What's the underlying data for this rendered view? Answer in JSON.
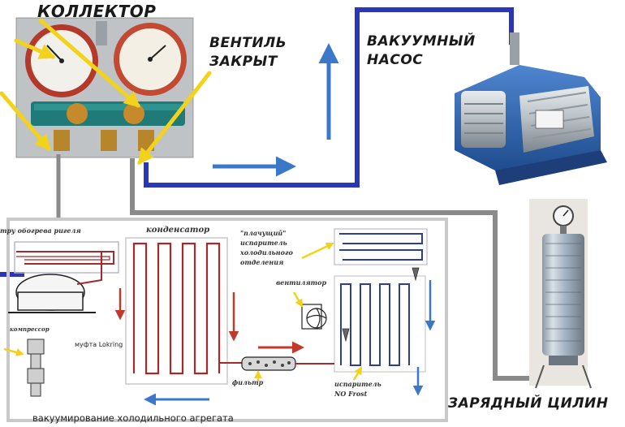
{
  "labels": {
    "collector": "КОЛЛЕКТОР",
    "valve_line1": "ВЕНТИЛЬ",
    "valve_line2": "ЗАКРЫТ",
    "pump_line1": "ВАКУУМНЫЙ",
    "pump_line2": "НАСОС",
    "cylinder": "ЗАРЯДНЫЙ ЦИЛИН",
    "heater_fragment": "тру обогрева ригеля",
    "condenser": "конденсатор",
    "crying_evap_line1": "\"плачущий\"",
    "crying_evap_line2": "испаритель",
    "crying_evap_line3": "холодильного",
    "crying_evap_line4": "отделения",
    "fan": "вентилятор",
    "compressor": "компрессор",
    "lokring": "муфта Lokring",
    "filter": "фильтр",
    "nofrost_line1": "испаритель",
    "nofrost_line2": "NO Frost",
    "caption": "вакуумирование холодильного агрегата"
  },
  "colors": {
    "vacuum_line": "#2a35b8",
    "service_hose": "#8a8a8a",
    "pointer_arrows": "#f2d21b",
    "flow_arrow_blue": "#3b78c8",
    "flow_arrow_red": "#c0392b",
    "condenser_coil": "#a52a2a",
    "evaporator_coil": "#2c3e9a",
    "pump_body": "#2b5fa8"
  },
  "icons": [
    "manifold-gauge-photo",
    "vacuum-pump-photo",
    "charging-cylinder-photo",
    "compressor-drawing",
    "filter-drier-drawing",
    "fan-drawing",
    "lokring-coupling-drawing"
  ]
}
